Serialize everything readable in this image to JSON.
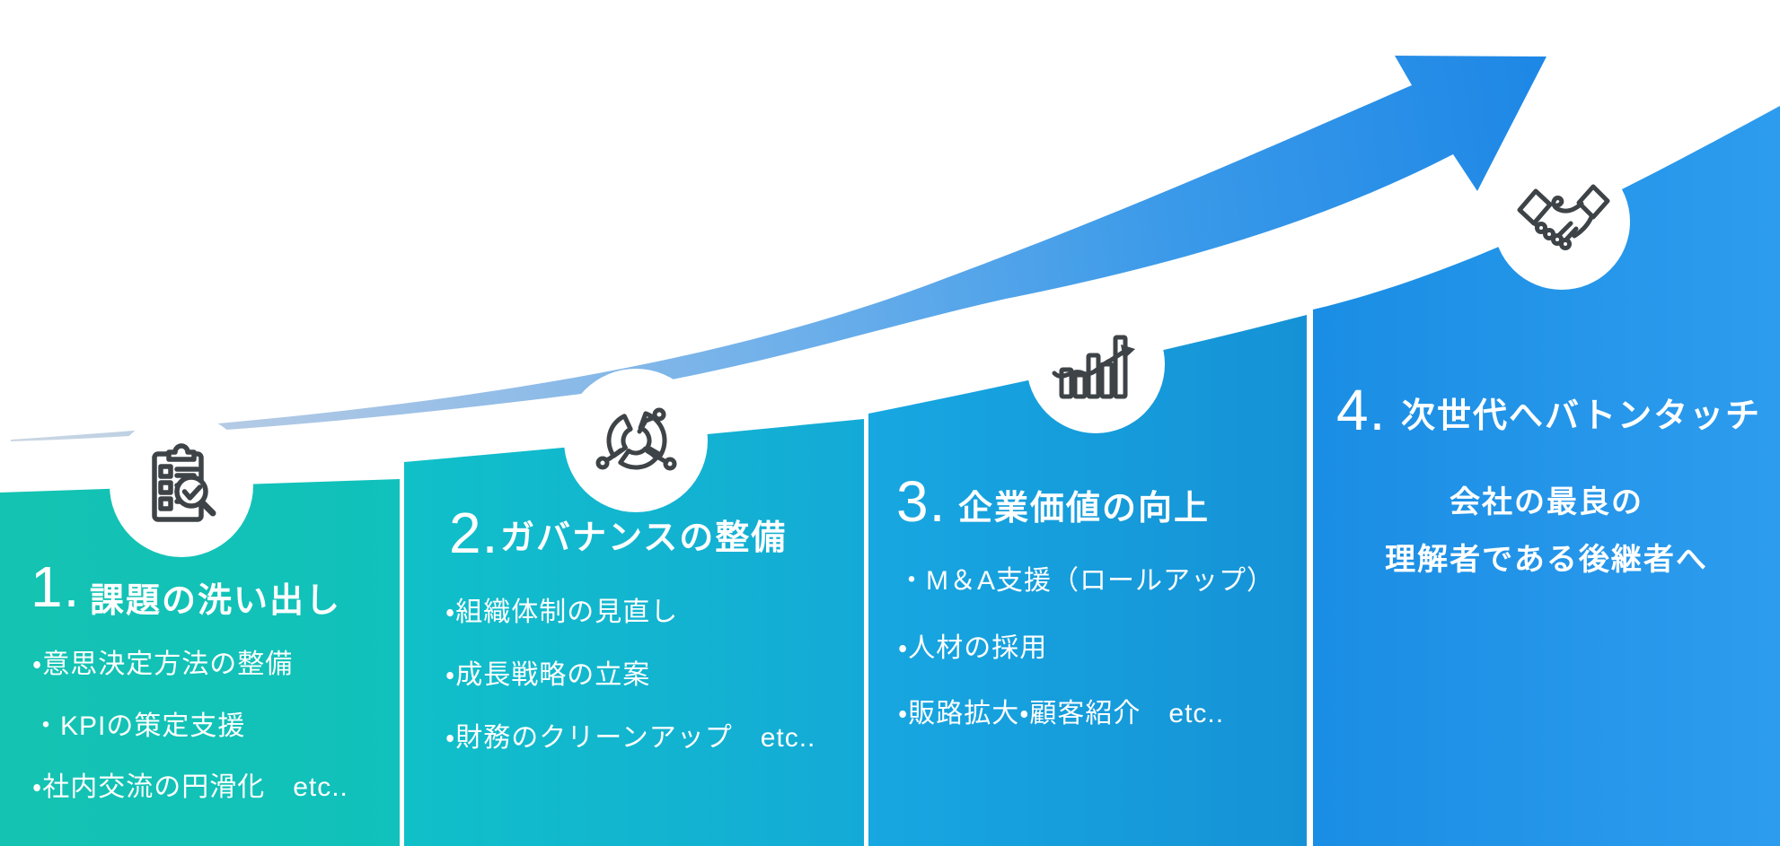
{
  "theme": {
    "background": "#ffffff",
    "text_color": "#ffffff",
    "icon_stroke": "#3e4347",
    "circle_fill": "#ffffff",
    "arrow_gradient": [
      "#ccd7e3",
      "#a5c4e6",
      "#6fb0ea",
      "#3b9ae9",
      "#1e88e6"
    ]
  },
  "panels": [
    {
      "number": "1.",
      "title": "課題の洗い出し",
      "bullets": [
        "・意思決定方法の整備",
        "・KPIの策定支援",
        "・社内交流の円滑化　etc.."
      ],
      "color_start": "#14c3b1",
      "color_end": "#10c1bc",
      "ring_color": "#15c3b3",
      "icon": "checklist-magnifier-icon"
    },
    {
      "number": "2.",
      "title": "ガバナンスの整備",
      "bullets": [
        "・組織体制の見直し",
        "・成長戦略の立案",
        "・財務のクリーンアップ　etc.."
      ],
      "color_start": "#10c0c8",
      "color_end": "#14aad7",
      "ring_color": "#12bfc9",
      "icon": "segmented-chart-icon"
    },
    {
      "number": "3.",
      "title": "企業価値の向上",
      "bullets": [
        "・M＆A支援（ロールアップ）",
        "・人材の採用",
        "・販路拡大・顧客紹介　etc.."
      ],
      "color_start": "#17a7e1",
      "color_end": "#1592d6",
      "ring_color": "#1aa6e0",
      "icon": "bar-chart-growth-icon"
    },
    {
      "number": "4.",
      "title": "次世代へバトンタッチ",
      "body_lines": [
        "会社の最良の",
        "理解者である後継者へ"
      ],
      "color_start": "#1a8ee4",
      "color_end": "#2d9cee",
      "ring_color": "#2bb0e0",
      "icon": "handshake-icon"
    }
  ]
}
